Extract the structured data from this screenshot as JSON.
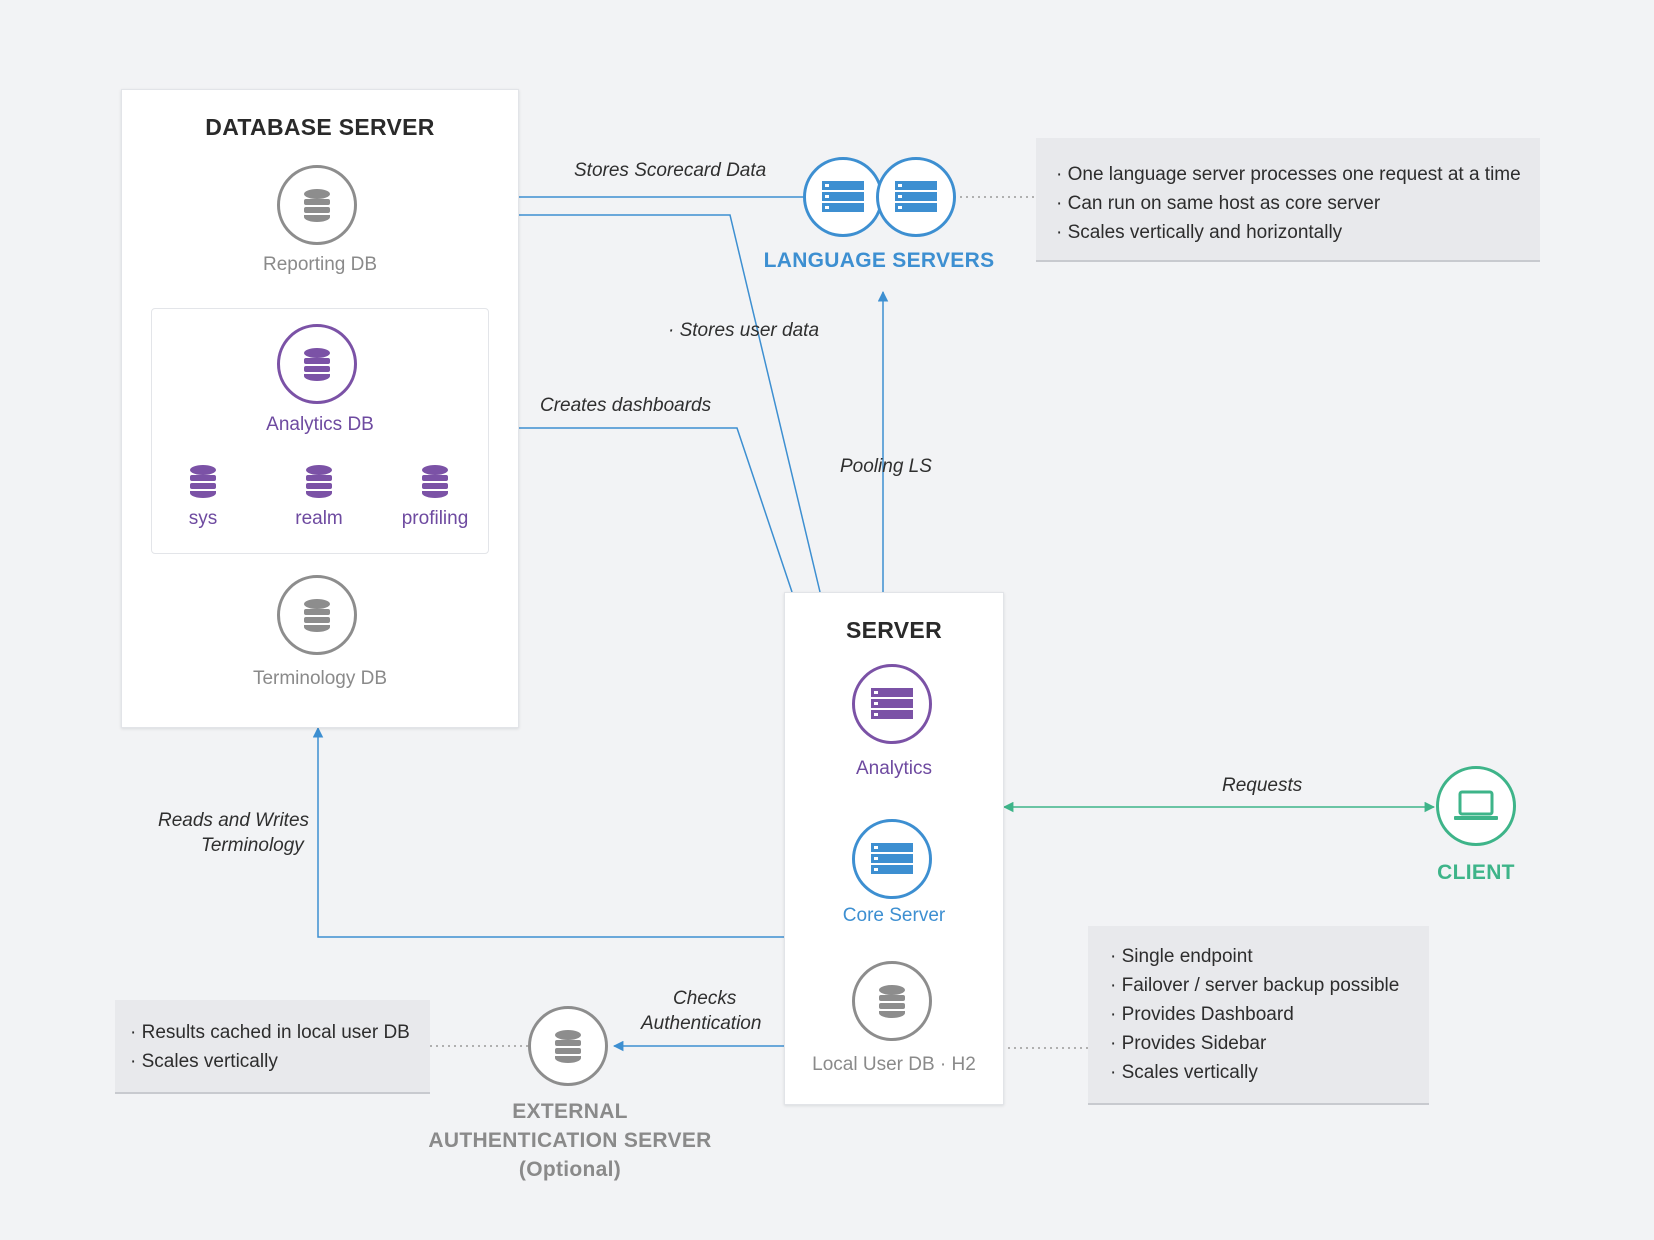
{
  "colors": {
    "background": "#f2f3f5",
    "gray": "#8d8d8d",
    "purple": "#7b52a6",
    "blue": "#3d8fd1",
    "green": "#3eb489",
    "note_bg": "#e8e9ec"
  },
  "database_server": {
    "title": "DATABASE SERVER",
    "reporting_db": {
      "label": "Reporting DB",
      "icon": "database-icon"
    },
    "analytics_db": {
      "label": "Analytics DB",
      "icon": "database-icon"
    },
    "sub_dbs": [
      {
        "label": "sys",
        "icon": "database-icon"
      },
      {
        "label": "realm",
        "icon": "database-icon"
      },
      {
        "label": "profiling",
        "icon": "database-icon"
      }
    ],
    "terminology_db": {
      "label": "Terminology DB",
      "icon": "database-icon"
    }
  },
  "language_servers": {
    "label": "LANGUAGE SERVERS",
    "icon": "server-rack-icon",
    "notes": [
      "· One language server processes one request at a time",
      "· Can run on same host as core server",
      "· Scales vertically and horizontally"
    ]
  },
  "server": {
    "title": "SERVER",
    "analytics": {
      "label": "Analytics",
      "icon": "server-rack-icon"
    },
    "core_server": {
      "label": "Core Server",
      "icon": "server-rack-icon"
    },
    "local_user_db": {
      "label": "Local User DB · H2",
      "icon": "database-icon"
    },
    "notes": [
      "· Single endpoint",
      "· Failover / server backup possible",
      "· Provides Dashboard",
      "· Provides Sidebar",
      "· Scales vertically"
    ]
  },
  "client": {
    "label": "CLIENT",
    "icon": "laptop-icon"
  },
  "auth_server": {
    "label_lines": [
      "EXTERNAL",
      "AUTHENTICATION SERVER",
      "(Optional)"
    ],
    "icon": "database-icon",
    "notes": [
      "· Results cached in local user DB",
      "· Scales vertically"
    ]
  },
  "edges": {
    "stores_scorecard": "Stores Scorecard Data",
    "stores_user_data": "· Stores user data",
    "creates_dashboards": "Creates dashboards",
    "pooling_ls": "Pooling LS",
    "requests": "Requests",
    "reads_writes_line1": "Reads and Writes",
    "reads_writes_line2": "Terminology",
    "checks_line1": "Checks",
    "checks_line2": "Authentication"
  }
}
